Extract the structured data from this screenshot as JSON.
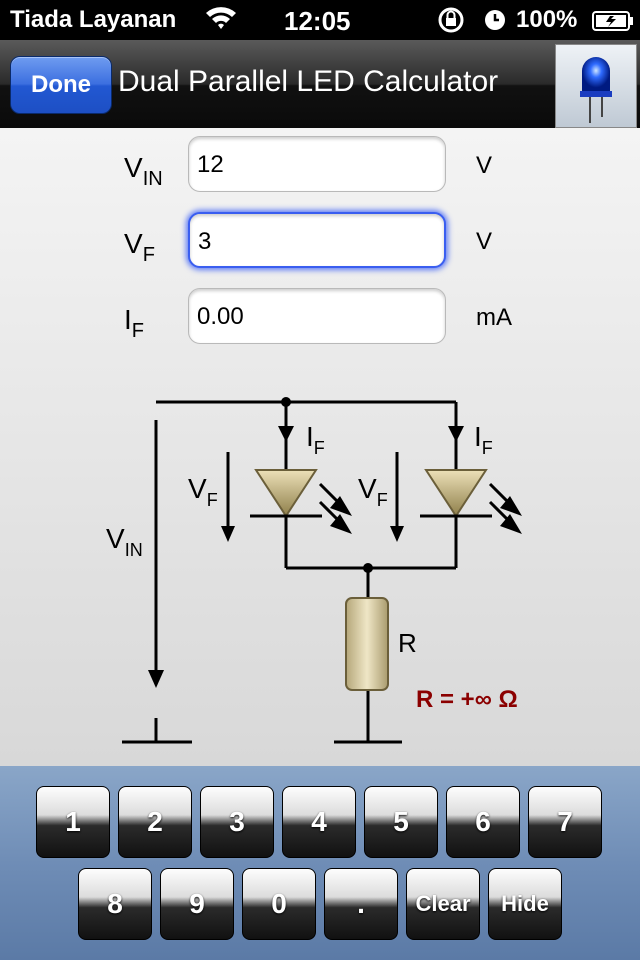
{
  "status_bar": {
    "carrier": "Tiada Layanan",
    "time": "12:05",
    "battery_percent": "100%"
  },
  "nav": {
    "done_label": "Done",
    "title": "Dual Parallel LED Calculator"
  },
  "form": {
    "vin": {
      "label_main": "V",
      "label_sub": "IN",
      "value": "12",
      "unit": "V"
    },
    "vf": {
      "label_main": "V",
      "label_sub": "F",
      "value": "3",
      "unit": "V"
    },
    "if": {
      "label_main": "I",
      "label_sub": "F",
      "value": "0.00",
      "unit": "mA"
    }
  },
  "diagram": {
    "vin_main": "V",
    "vin_sub": "IN",
    "vf_main": "V",
    "vf_sub": "F",
    "if_main": "I",
    "if_sub": "F",
    "r_label": "R",
    "result": "R = +∞ Ω"
  },
  "keypad": {
    "row1": [
      "1",
      "2",
      "3",
      "4",
      "5",
      "6",
      "7"
    ],
    "row2": [
      "8",
      "9",
      "0",
      ".",
      "Clear",
      "Hide"
    ]
  }
}
